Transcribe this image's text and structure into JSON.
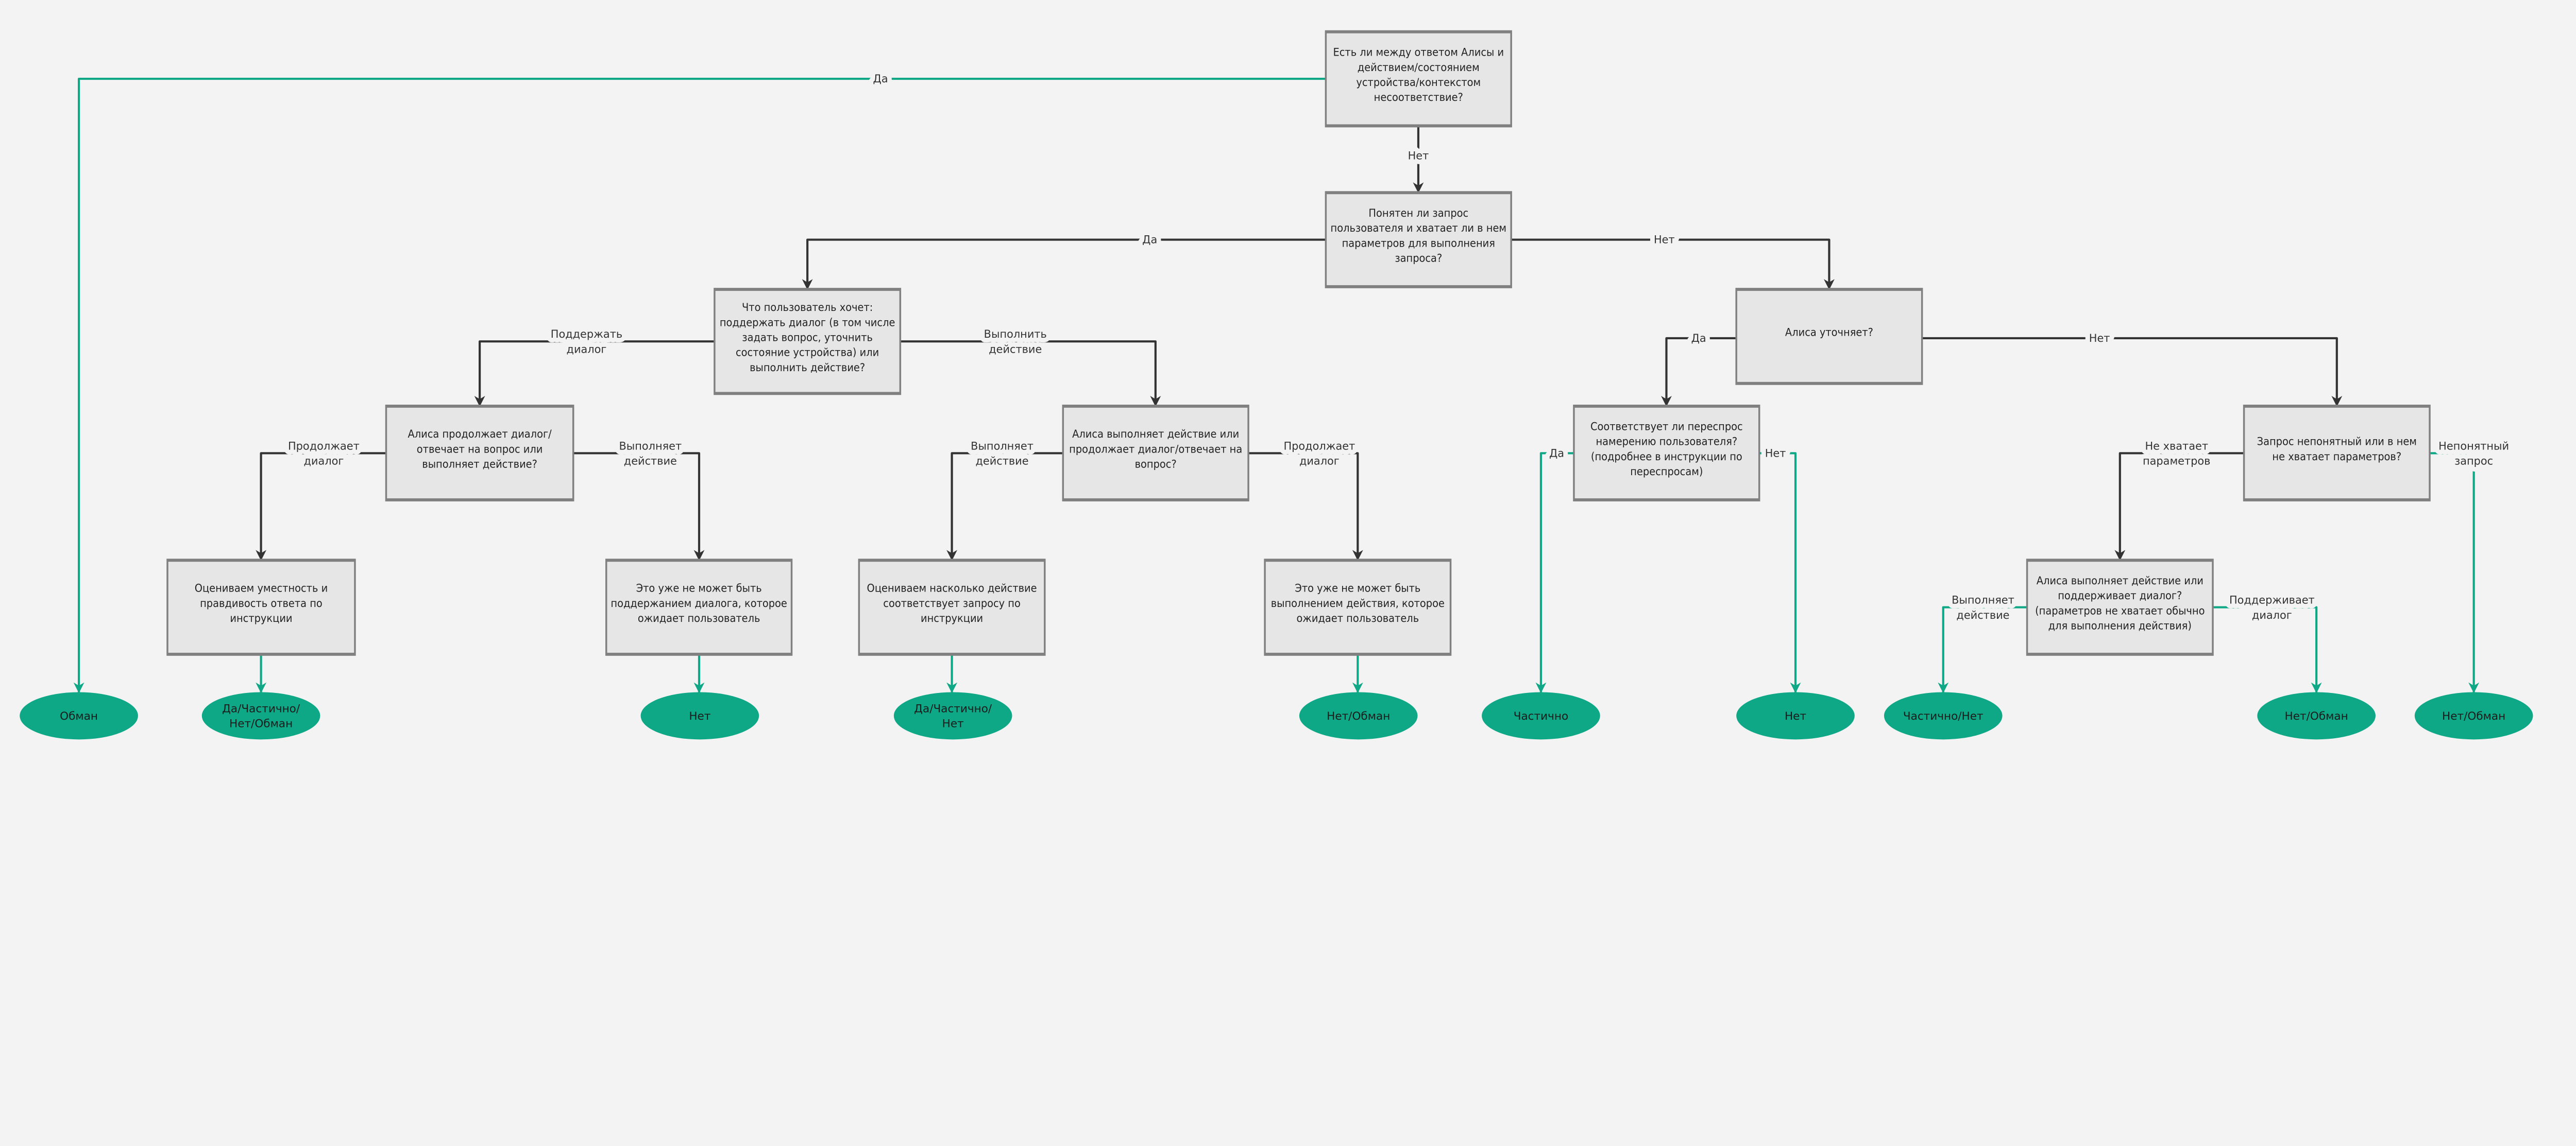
{
  "colors": {
    "background": "#f3f3f3",
    "box_fill": "#e6e6e6",
    "box_border": "#808080",
    "flow_line": "#333333",
    "outcome": "#0ea886"
  },
  "nodes": [
    {
      "id": "A",
      "lines": [
        "Есть ли между ответом Алисы и",
        "действием/состоянием",
        "устройства/контекстом",
        "несоответствие?"
      ]
    },
    {
      "id": "B",
      "lines": [
        "Понятен ли запрос",
        "пользователя и хватает ли в нем",
        "параметров для выполнения",
        "запроса?"
      ]
    },
    {
      "id": "C",
      "lines": [
        "Что пользователь хочет:",
        "поддержать диалог (в том числе",
        "задать вопрос, уточнить",
        "состояние устройства) или",
        "выполнить действие?"
      ]
    },
    {
      "id": "D",
      "lines": [
        "Алиса уточняет?"
      ]
    },
    {
      "id": "E",
      "lines": [
        "Алиса продолжает диалог/",
        "отвечает на вопрос или",
        "выполняет действие?"
      ]
    },
    {
      "id": "F",
      "lines": [
        "Алиса выполняет действие или",
        "продолжает диалог/отвечает на",
        "вопрос?"
      ]
    },
    {
      "id": "G",
      "lines": [
        "Соответствует ли переспрос",
        "намерению пользователя?",
        "(подробнее в инструкции по",
        "переспросам)"
      ]
    },
    {
      "id": "H",
      "lines": [
        "Запрос непонятный или в нем",
        "не хватает параметров?"
      ]
    },
    {
      "id": "I",
      "lines": [
        "Оцениваем уместность и",
        "правдивость ответа по",
        "инструкции"
      ]
    },
    {
      "id": "J",
      "lines": [
        "Это уже не может быть",
        "поддержанием диалога, которое",
        "ожидает пользователь"
      ]
    },
    {
      "id": "K",
      "lines": [
        "Оцениваем насколько действие",
        "соответствует запросу по",
        "инструкции"
      ]
    },
    {
      "id": "L",
      "lines": [
        "Это уже не может быть",
        "выполнением действия, которое",
        "ожидает пользователь"
      ]
    },
    {
      "id": "M",
      "lines": [
        "Алиса выполняет действие или",
        "поддерживает диалог?",
        "(параметров не хватает обычно",
        "для выполнения действия)"
      ]
    }
  ],
  "outcomes": [
    {
      "id": "o1",
      "lines": [
        "Обман"
      ]
    },
    {
      "id": "o2",
      "lines": [
        "Да/Частично/",
        "Нет/Обман"
      ]
    },
    {
      "id": "o3",
      "lines": [
        "Нет"
      ]
    },
    {
      "id": "o4",
      "lines": [
        "Да/Частично/",
        "Нет"
      ]
    },
    {
      "id": "o5",
      "lines": [
        "Нет/Обман"
      ]
    },
    {
      "id": "o6",
      "lines": [
        "Частично"
      ]
    },
    {
      "id": "o7",
      "lines": [
        "Нет"
      ]
    },
    {
      "id": "o8",
      "lines": [
        "Частично/Нет"
      ]
    },
    {
      "id": "o9",
      "lines": [
        "Нет/Обман"
      ]
    },
    {
      "id": "o10",
      "lines": [
        "Нет/Обман"
      ]
    }
  ],
  "edges": [
    {
      "from": "A",
      "to": "o1",
      "kind": "outcome",
      "label": [
        "Да"
      ]
    },
    {
      "from": "A",
      "to": "B",
      "kind": "flow",
      "label": [
        "Нет"
      ]
    },
    {
      "from": "B",
      "to": "C",
      "kind": "flow",
      "label": [
        "Да"
      ]
    },
    {
      "from": "B",
      "to": "D",
      "kind": "flow",
      "label": [
        "Нет"
      ]
    },
    {
      "from": "C",
      "to": "E",
      "kind": "flow",
      "label": [
        "Поддержать",
        "диалог"
      ]
    },
    {
      "from": "C",
      "to": "F",
      "kind": "flow",
      "label": [
        "Выполнить",
        "действие"
      ]
    },
    {
      "from": "E",
      "to": "I",
      "kind": "flow",
      "label": [
        "Продолжает",
        "диалог"
      ]
    },
    {
      "from": "E",
      "to": "J",
      "kind": "flow",
      "label": [
        "Выполняет",
        "действие"
      ]
    },
    {
      "from": "F",
      "to": "K",
      "kind": "flow",
      "label": [
        "Выполняет",
        "действие"
      ]
    },
    {
      "from": "F",
      "to": "L",
      "kind": "flow",
      "label": [
        "Продолжает",
        "диалог"
      ]
    },
    {
      "from": "D",
      "to": "G",
      "kind": "flow",
      "label": [
        "Да"
      ]
    },
    {
      "from": "D",
      "to": "H",
      "kind": "flow",
      "label": [
        "Нет"
      ]
    },
    {
      "from": "G",
      "to": "o6",
      "kind": "outcome",
      "label": [
        "Да"
      ]
    },
    {
      "from": "G",
      "to": "o7",
      "kind": "outcome",
      "label": [
        "Нет"
      ]
    },
    {
      "from": "H",
      "to": "M",
      "kind": "flow",
      "label": [
        "Не хватает",
        "параметров"
      ]
    },
    {
      "from": "H",
      "to": "o10",
      "kind": "outcome",
      "label": [
        "Непонятный",
        "запрос"
      ]
    },
    {
      "from": "M",
      "to": "o8",
      "kind": "outcome",
      "label": [
        "Выполняет",
        "действие"
      ]
    },
    {
      "from": "M",
      "to": "o9",
      "kind": "outcome",
      "label": [
        "Поддерживает",
        "диалог"
      ]
    },
    {
      "from": "I",
      "to": "o2",
      "kind": "outcome",
      "label": []
    },
    {
      "from": "J",
      "to": "o3",
      "kind": "outcome",
      "label": []
    },
    {
      "from": "K",
      "to": "o4",
      "kind": "outcome",
      "label": []
    },
    {
      "from": "L",
      "to": "o5",
      "kind": "outcome",
      "label": []
    }
  ]
}
